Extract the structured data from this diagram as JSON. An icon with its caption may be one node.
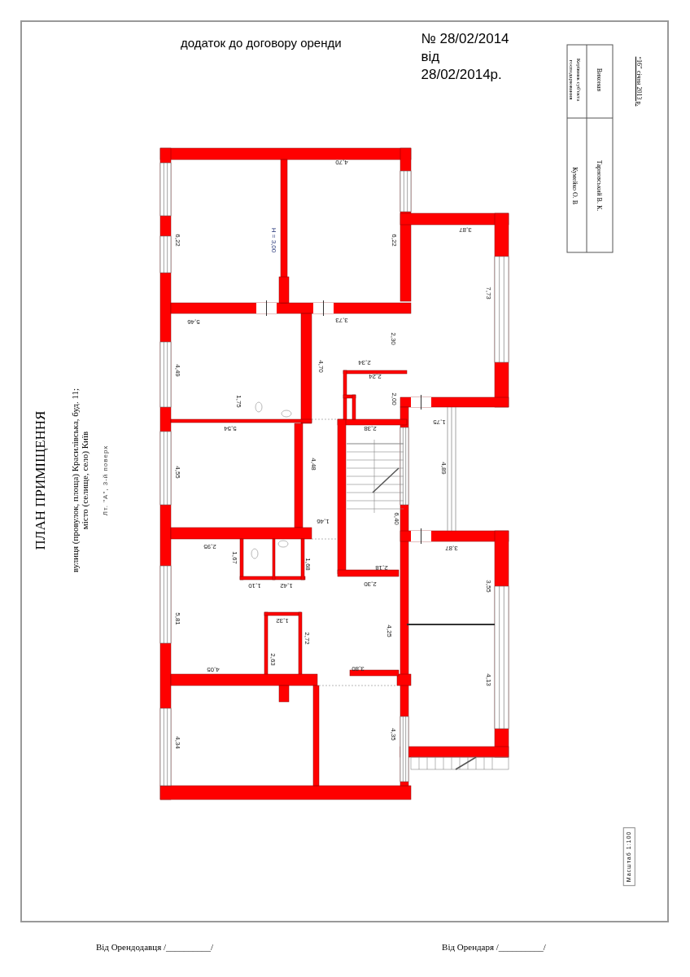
{
  "diagram": {
    "title": "додаток до договору оренди",
    "labels": [
      "№ 28/02/2014 від 28/02/2014р.",
      "Керівник суб'єкта господарювання",
      "Кумейко О. В",
      "Виконав",
      "Тарновський В. К.",
      "“16” січня 2013 р.",
      "ПЛАН ПРИМІЩЕННЯ",
      "вулиця (провулок, площа) Красилівська, буд. 11;",
      "місто (селище, село) Київ",
      "Лт. \"А\", 3-й поверх",
      "4,70",
      "6,22",
      "H = 3,00",
      "6,22",
      "3,87",
      "7,73",
      "5,46",
      "3,73",
      "2,30",
      "4,49",
      "4,70",
      "2,34",
      "2,24",
      "1,75",
      "2,00",
      "1,75",
      "2,38",
      "5,54",
      "4,89",
      "4,55",
      "4,48",
      "1,46",
      "6,40",
      "3,87",
      "2,95",
      "1,67",
      "1,68",
      "2,18",
      "1,10",
      "1,42",
      "2,30",
      "3,55",
      "5,81",
      "1,32",
      "2,72",
      "4,25",
      "4,13",
      "2,63",
      "4,05",
      "3,80",
      "4,34",
      "4,35",
      "Масштаб 1:100",
      "Від Орендодавця /__________/",
      "Від Орендаря /__________/"
    ]
  }
}
